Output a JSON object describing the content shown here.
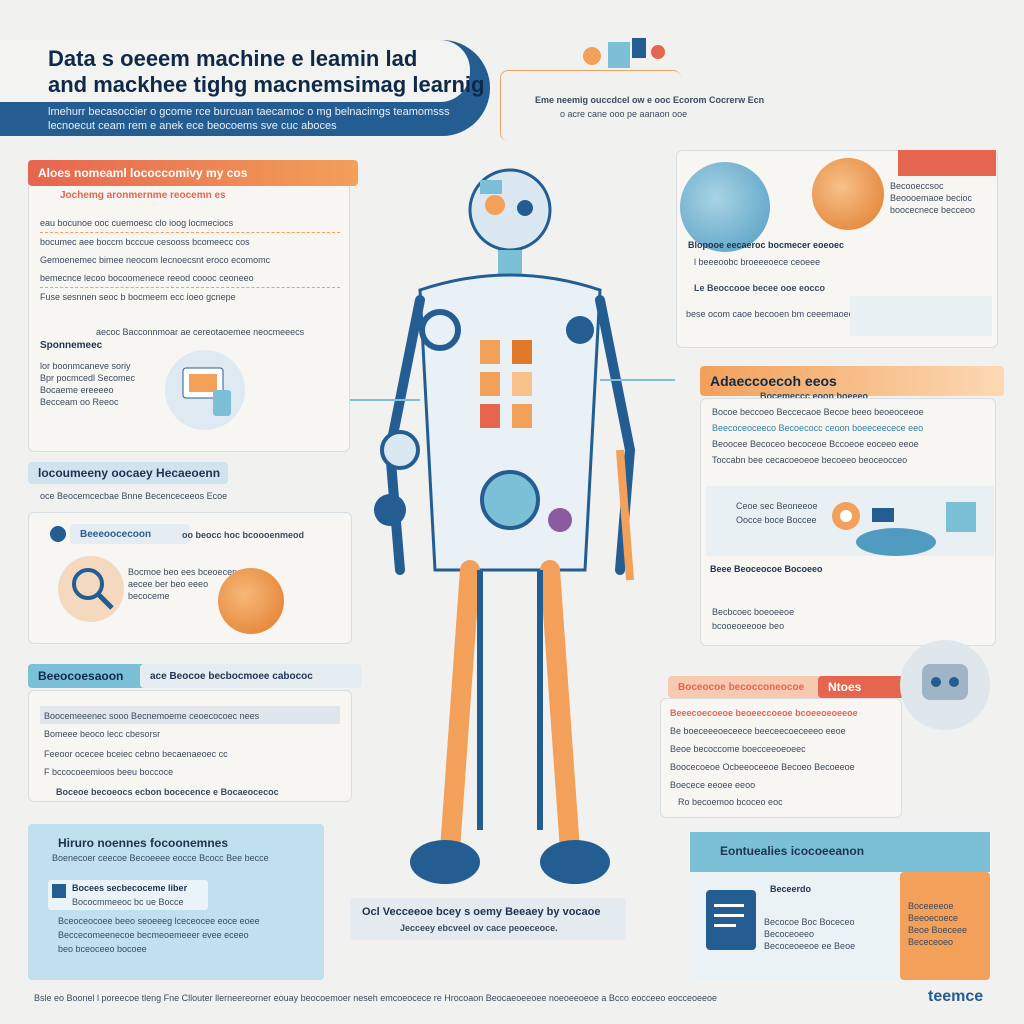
{
  "header": {
    "title_line_1": "Data s oeeem machine e leamin lad",
    "title_line_2": "and mackhee tighg macnemsimag learnig",
    "subtitle_line_1": "lmehurr becasoccier o gcome rce burcuan taecamoc o mg belnacimgs teamomsss",
    "subtitle_line_2": "lecnoecut ceam rem e anek ece beocoems sve cuc aboces"
  },
  "top_center": {
    "line_1": "Eme neemig ouccdcel ow e ooc Ecorom Cocrerw Ecn",
    "line_2": "o acre cane ooo pe aanaon ooe"
  },
  "left_panel_1": {
    "title": "Aloes nomeaml lococcomivy my cos",
    "subtitle": "Jochemg aronmernme reocemn es",
    "rows": [
      "eau bocunoe ooc cuemoesc clo ioog locmeciocs",
      "bocumec aee boccm bcccue cesooss bcomeecc cos",
      "Gemoenemec bimee neocom lecnoecsnt eroco ecomomc",
      "bemecnce lecoo bocoomenece reeod coooc ceoneeo",
      "Fuse sesnnen seoc b bocmeem ecc ioeo gcnepe"
    ],
    "caption": "aecoc Bacconnmoar ae cereotaoemee neocmeeecs",
    "section": "Sponnemeec",
    "items": [
      "lor boonmcaneve soriy",
      "Bpr pocmcedl Secomec",
      "Bocaeme ereeeeo",
      "Becceam oo Reeoc"
    ]
  },
  "left_band_1": {
    "title": "locoumeeny oocaey Hecaeoenn",
    "sub": "oce Beocemcecbae Bnne Becenceceeos Ecoe"
  },
  "left_panel_2": {
    "label": "Beeeoocecoon",
    "label_right": "oo beocc hoc bcoooenmeod",
    "lines": [
      "Bocmoe beo ees bceoecene",
      "aecee ber beo eeeo",
      "becoceme"
    ]
  },
  "left_band_2": {
    "title": "Beeocoesaoon",
    "right": "ace Beocoe becbocmoee cabococ"
  },
  "left_panel_3": {
    "lines": [
      "Boocemeeenec sooo Becnemoeme ceoecocoec nees",
      "Bomeee beoco lecc cbesorsr",
      "Feeoor ocecee bceiec cebno becaenaeoec cc",
      "F bccocoeemioos beeu boccoce"
    ],
    "footer": "Boceoe becoeocs ecbon bocecence e Bocaeocecoc"
  },
  "left_band_3": {
    "title": "Hiruro noennes focoonemnes",
    "sub": "Boenecoer ceecoe Becoeeee eocce Bcocc Bee becce"
  },
  "left_panel_4": {
    "tag": "Bocees secbecoceme liber",
    "tag_sub": "Bococmmeeoc bc ue Bocce",
    "lines": [
      "Bceoceocoee beeo seoeeeg lceceocee eoce eoee",
      "Beccecomeenecoe becmeoemeeer evee eceeo",
      "beo bceoceeo bocoee"
    ]
  },
  "center_caption": {
    "line_1": "Ocl Vecceeoe bcey s oemy Beeaey by vocaoe",
    "line_2": "Jecceey ebcveel ov cace peoeceoce."
  },
  "right_panel_1": {
    "lines": [
      "Becooeccsoc",
      "Beoooemaoe becioc",
      "boocecnece becceoo"
    ],
    "row_a": "Blopooe eecaeroc bocmecer eoeoec",
    "row_b": "l beeeoobc broeeeoece ceoeee",
    "row_c": "Le Beoccooe becee ooe eocco",
    "row_d": "bese ocom caoe becooen bm ceeemaoec beec"
  },
  "right_band_1": {
    "title": "Adaeccoecoh eeos",
    "sub": "Bocemeccc eoon boeeeo"
  },
  "right_panel_2": {
    "lines": [
      "Bocoe beccoeo Beccecaoe Becoe beeo beoeoceeoe",
      "Beecoceoceeco Becoecocc ceoon boeeceecece eeo",
      "Beoocee Becoceo becoceoe Bccoeoe eoceeo eeoe",
      "Toccabn bee cecacoeoeoe becoeeo beoceocceo"
    ],
    "tag_1": "Ceoe sec Beoneeoe",
    "tag_2": "Oocce boce Boccee",
    "note_1": "Beee Beoceocoe Bocoeeo",
    "note_2": "Becbcoec boeoeeoe",
    "note_3": "bcooeoeeooe beo"
  },
  "right_band_2": {
    "title": "Boceocoe becocconeocoe",
    "tag": "Ntoes"
  },
  "right_panel_3": {
    "lines": [
      "Beeecoecoeoe beoeeccoeoe bcoeeoeoeeoe",
      "Be boeceeeoeceece beeceecoeceeeo eeoe",
      "Beoe becoccome boecceeoeoeec",
      "Boocecoeoe Ocbeeoceeoe Becoeo Becoeeoe",
      "Boecece eeoee eeoo"
    ],
    "footer": "Ro becoemoo bcoceo eoc"
  },
  "right_band_3": {
    "title": "Eontuealies icocoeeanon"
  },
  "right_panel_4": {
    "label": "Beceerdo",
    "lines": [
      "Becocoe Boc Boceceo",
      "Becoceoeeo",
      "Becoceoeeoe ee Beoe"
    ],
    "side_lines": [
      "Boceeeeoe",
      "Beeoecoece",
      "Beoe Boeceee",
      "Bececeoeo"
    ]
  },
  "footer": {
    "text": "Bsle eo Boonel l poreecoe tleng Fne Cllouter llerneereorner eouay beocoemoer neseh emcoeocece re Hrocoaon Beocaeoeeoee noeoeeoeoe a Bcco eocceeo eocceoeeoe",
    "brand": "teemce"
  },
  "colors": {
    "navy": "#245d92",
    "dark_blue": "#1f4f86",
    "light_blue": "#7cc0d8",
    "orange": "#f2a05a",
    "red": "#e6654f",
    "background": "#f1f2f0"
  }
}
